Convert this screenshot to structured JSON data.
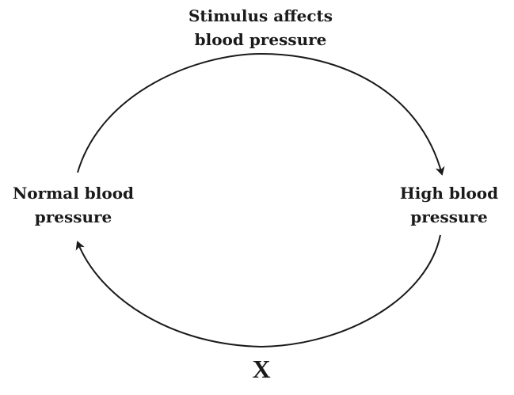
{
  "diagram": {
    "nodes": {
      "top": {
        "line1": "Stimulus affects",
        "line2": "blood pressure"
      },
      "left": {
        "line1": "Normal blood",
        "line2": "pressure"
      },
      "right": {
        "line1": "High blood",
        "line2": "pressure"
      },
      "bottom": {
        "text": "X"
      }
    },
    "edges": [
      {
        "from": "left",
        "to": "right",
        "via": "top"
      },
      {
        "from": "right",
        "to": "left",
        "via": "bottom"
      }
    ],
    "colors": {
      "stroke": "#1a1a1a",
      "background": "#ffffff"
    }
  }
}
